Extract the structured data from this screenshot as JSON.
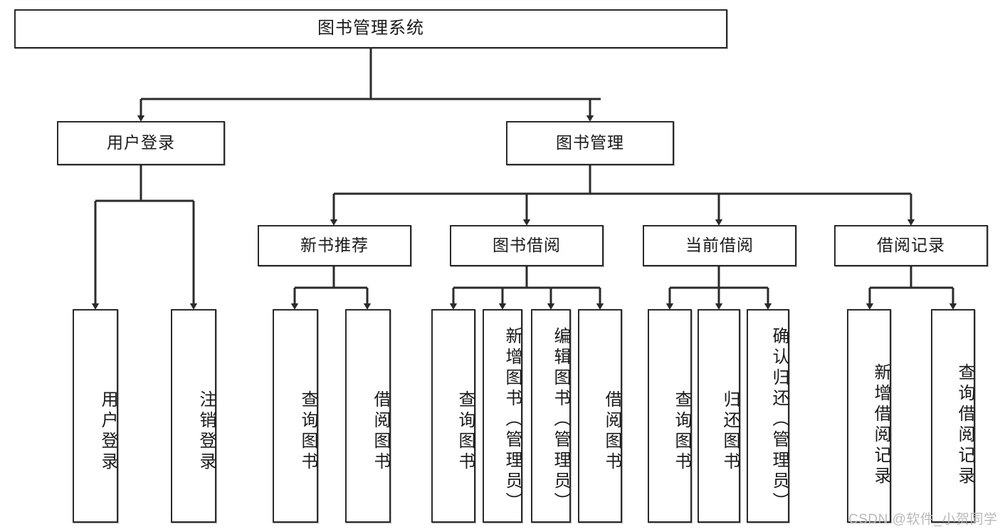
{
  "diagram": {
    "type": "tree-hierarchy",
    "title": "图书管理系统",
    "watermark": "CSDN @软件_小贺同学",
    "colors": {
      "stroke": "#2b2b2b",
      "fill": "#ffffff",
      "text": "#1a1a1a",
      "watermark": "#b9b9b9"
    },
    "levels": [
      {
        "level": 1,
        "nodes": [
          {
            "id": "root",
            "label": "图书管理系统",
            "orientation": "horizontal"
          }
        ]
      },
      {
        "level": 2,
        "nodes": [
          {
            "id": "login",
            "label": "用户登录",
            "orientation": "horizontal",
            "parent": "root"
          },
          {
            "id": "bookmgmt",
            "label": "图书管理",
            "orientation": "horizontal",
            "parent": "root"
          }
        ]
      },
      {
        "level": 3,
        "nodes": [
          {
            "id": "newbook",
            "label": "新书推荐",
            "orientation": "horizontal",
            "parent": "bookmgmt"
          },
          {
            "id": "borrow",
            "label": "图书借阅",
            "orientation": "horizontal",
            "parent": "bookmgmt"
          },
          {
            "id": "current",
            "label": "当前借阅",
            "orientation": "horizontal",
            "parent": "bookmgmt"
          },
          {
            "id": "records",
            "label": "借阅记录",
            "orientation": "horizontal",
            "parent": "bookmgmt"
          }
        ]
      },
      {
        "level": 4,
        "nodes": [
          {
            "id": "leaf1",
            "label": "用户登录",
            "orientation": "vertical",
            "parent": "login"
          },
          {
            "id": "leaf2",
            "label": "注销登录",
            "orientation": "vertical",
            "parent": "login"
          },
          {
            "id": "leaf3",
            "label": "查询图书",
            "orientation": "vertical",
            "parent": "newbook"
          },
          {
            "id": "leaf4",
            "label": "借阅图书",
            "orientation": "vertical",
            "parent": "newbook"
          },
          {
            "id": "leaf5",
            "label": "查询图书",
            "orientation": "vertical",
            "parent": "borrow"
          },
          {
            "id": "leaf6",
            "label": "新增图书（管理员）",
            "orientation": "vertical",
            "parent": "borrow"
          },
          {
            "id": "leaf7",
            "label": "编辑图书（管理员）",
            "orientation": "vertical",
            "parent": "borrow"
          },
          {
            "id": "leaf8",
            "label": "借阅图书",
            "orientation": "vertical",
            "parent": "borrow"
          },
          {
            "id": "leaf9",
            "label": "查询图书",
            "orientation": "vertical",
            "parent": "current"
          },
          {
            "id": "leaf10",
            "label": "归还图书",
            "orientation": "vertical",
            "parent": "current"
          },
          {
            "id": "leaf11",
            "label": "确认归还（管理员）",
            "orientation": "vertical",
            "parent": "current"
          },
          {
            "id": "leaf12",
            "label": "新增借阅记录",
            "orientation": "vertical",
            "parent": "records"
          },
          {
            "id": "leaf13",
            "label": "查询借阅记录",
            "orientation": "vertical",
            "parent": "records"
          }
        ]
      }
    ]
  }
}
